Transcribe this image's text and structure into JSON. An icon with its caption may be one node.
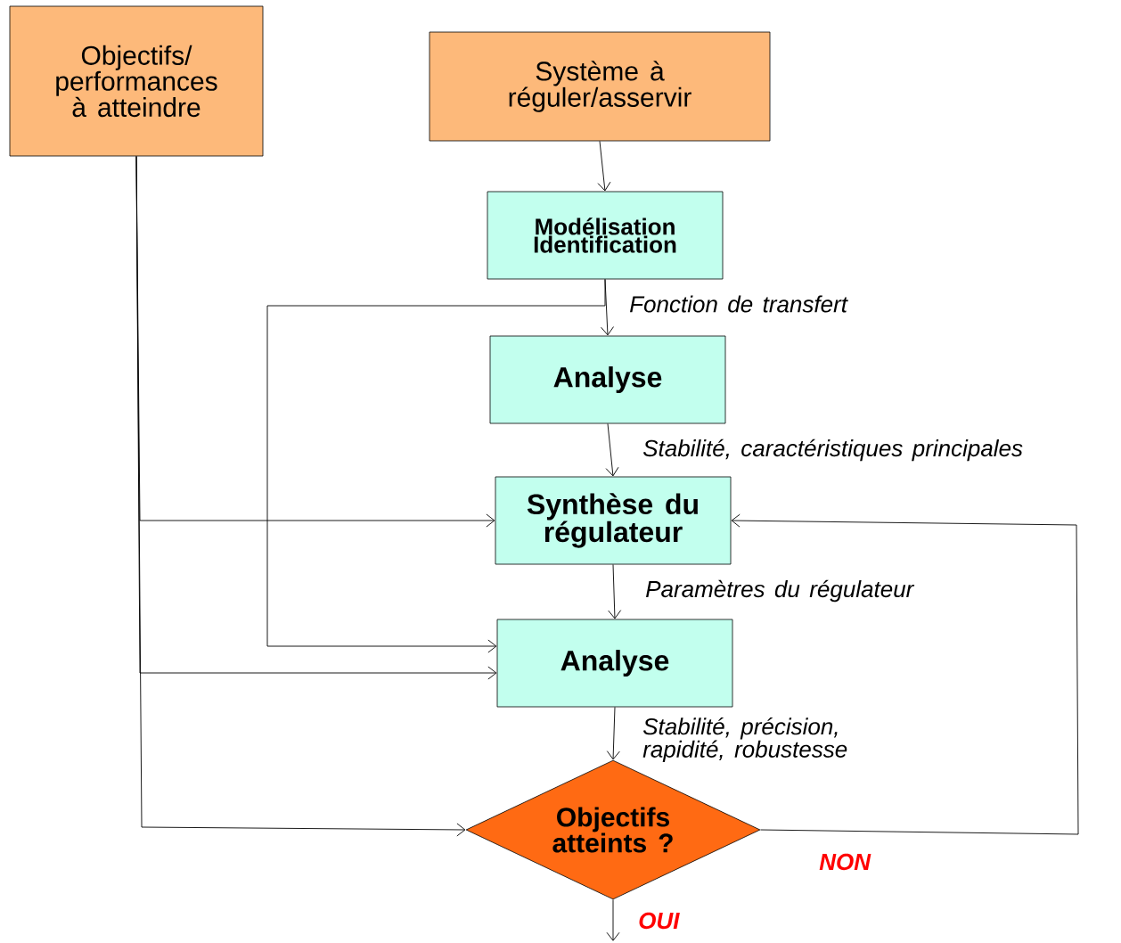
{
  "diagram": {
    "nodes": [
      {
        "text": [
          "Objectifs/ performances à atteindre"
        ]
      },
      {
        "text": [
          "Système à réguler/asservir"
        ]
      },
      {
        "text": [
          "Modélisation Identification"
        ]
      },
      {
        "text": [
          "Analyse"
        ]
      },
      {
        "text": [
          "Synthèse du régulateur"
        ]
      },
      {
        "text": [
          "Analyse"
        ]
      },
      {
        "text": [
          "Objectifs atteints ?"
        ]
      }
    ],
    "edges": [
      {
        "from": 1,
        "to": 2,
        "arrow": "to"
      },
      {
        "from": 2,
        "to": 3,
        "arrow": "to",
        "label": "Fonction de transfert"
      },
      {
        "from": 2,
        "to": 5,
        "arrow": "to"
      },
      {
        "from": 3,
        "to": 4,
        "arrow": "to",
        "label": "Stabilité, caractéristiques principales"
      },
      {
        "from": 0,
        "to": 4,
        "arrow": "to"
      },
      {
        "from": 0,
        "to": 5,
        "arrow": "to"
      },
      {
        "from": 0,
        "to": 6,
        "arrow": "to"
      },
      {
        "from": 4,
        "to": 5,
        "arrow": "to",
        "label": "Paramètres du régulateur"
      },
      {
        "from": 5,
        "to": 6,
        "arrow": "to",
        "label": "Stabilité, précision, rapidité, robustesse"
      },
      {
        "from": 6,
        "to": 4,
        "arrow": "to",
        "label": "NON"
      },
      {
        "from": 6,
        "to": null,
        "arrow": "to",
        "label": "OUI"
      }
    ]
  }
}
